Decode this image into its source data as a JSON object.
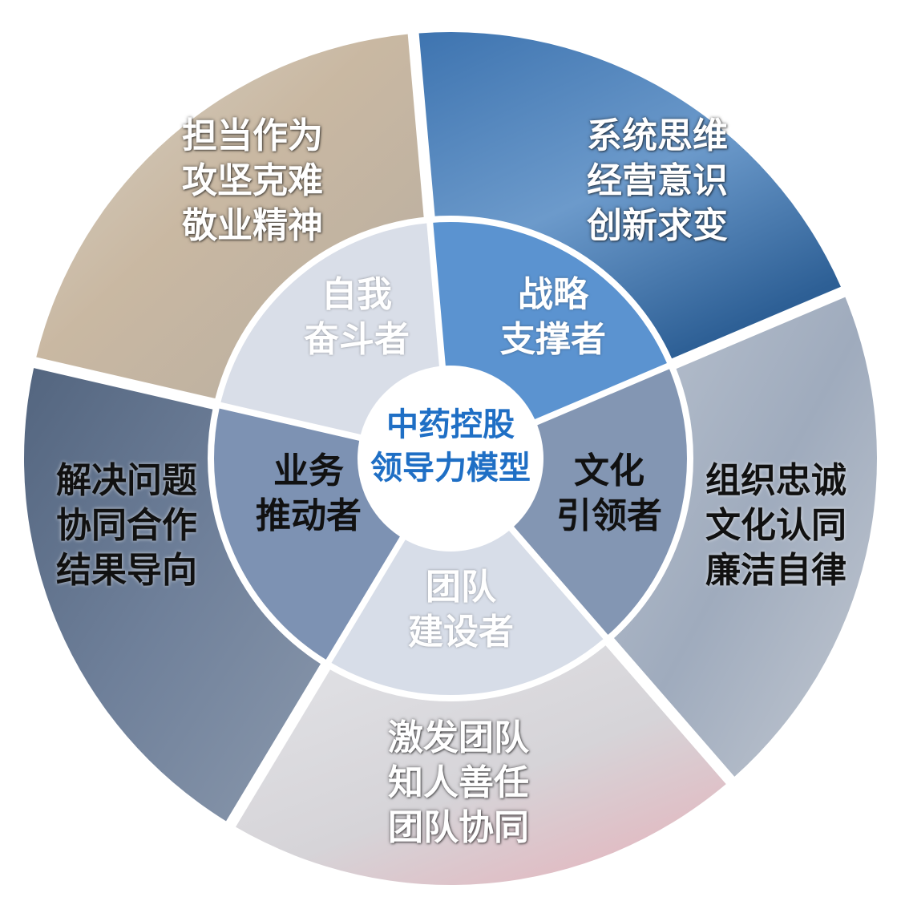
{
  "center": {
    "lines": [
      "中药控股",
      "领导力模型"
    ],
    "color": "#1f6fc5"
  },
  "segments": [
    {
      "id": "self",
      "role": [
        "自我",
        "奋斗者"
      ],
      "traits": [
        "担当作为",
        "攻坚克难",
        "敬业精神"
      ],
      "inner_color": "#5b93d0",
      "outer_color": "#4a7fb8"
    },
    {
      "id": "strategy",
      "role": [
        "战略",
        "支撑者"
      ],
      "traits": [
        "系统思维",
        "经营意识",
        "创新求变"
      ],
      "inner_color": "#8396b3",
      "outer_color": "#a7b3c4"
    },
    {
      "id": "culture",
      "role": [
        "文化",
        "引领者"
      ],
      "traits": [
        "组织忠诚",
        "文化认同",
        "廉洁自律"
      ],
      "inner_color": "#d7dde8",
      "outer_color": "#d9d8dc"
    },
    {
      "id": "team",
      "role": [
        "团队",
        "建设者"
      ],
      "traits": [
        "激发团队",
        "知人善任",
        "团队协同"
      ],
      "inner_color": "#7d92b3",
      "outer_color": "#5d6f88"
    },
    {
      "id": "business",
      "role": [
        "业务",
        "推动者"
      ],
      "traits": [
        "解决问题",
        "协同合作",
        "结果导向"
      ],
      "inner_color": "#d9dee8",
      "outer_color": "#d8d2c8"
    }
  ]
}
